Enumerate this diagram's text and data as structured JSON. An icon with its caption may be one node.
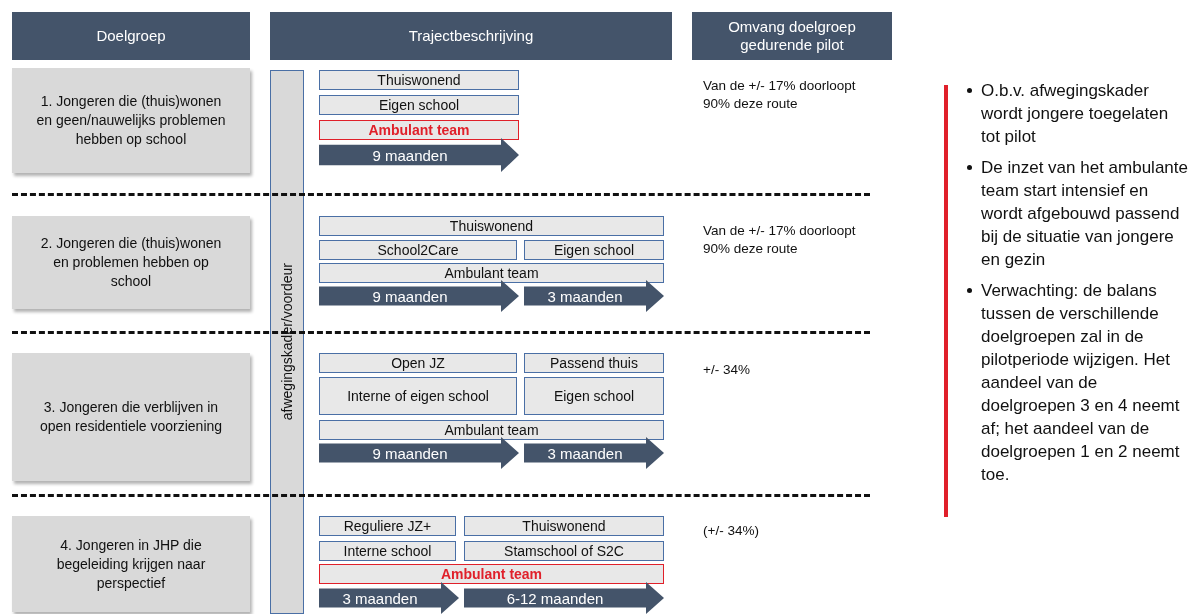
{
  "diagram": {
    "nodes": [
      {
        "text": [
          "Doelgroep"
        ]
      },
      {
        "text": [
          "Trajectbeschrijving"
        ]
      },
      {
        "text": [
          "Omvang doelgroep gedurende pilot"
        ]
      },
      {
        "text": [
          "1. Jongeren die (thuis)wonen en geen/nauwelijks problemen hebben op school"
        ]
      },
      {
        "text": [
          "afwegingskader/voordeur"
        ]
      },
      {
        "text": [
          "Thuiswonend"
        ]
      },
      {
        "text": [
          "Eigen school"
        ]
      },
      {
        "text": [
          "Ambulant team"
        ]
      },
      {
        "text": [
          "9 maanden"
        ]
      },
      {
        "text": [
          "2. Jongeren die (thuis)wonen en problemen hebben op school"
        ]
      },
      {
        "text": [
          "Thuiswonend"
        ]
      },
      {
        "text": [
          "School2Care"
        ]
      },
      {
        "text": [
          "Eigen school"
        ]
      },
      {
        "text": [
          "Ambulant team"
        ]
      },
      {
        "text": [
          "9 maanden"
        ]
      },
      {
        "text": [
          "3 maanden"
        ]
      },
      {
        "text": [
          "3. Jongeren die verblijven in open residentiele voorziening"
        ]
      },
      {
        "text": [
          "Open JZ"
        ]
      },
      {
        "text": [
          "Passend thuis"
        ]
      },
      {
        "text": [
          "Interne of eigen school"
        ]
      },
      {
        "text": [
          "Eigen school"
        ]
      },
      {
        "text": [
          "Ambulant team"
        ]
      },
      {
        "text": [
          "9 maanden"
        ]
      },
      {
        "text": [
          "3 maanden"
        ]
      },
      {
        "text": [
          "4. Jongeren in JHP die begeleiding krijgen naar perspectief"
        ]
      },
      {
        "text": [
          "Reguliere JZ+"
        ]
      },
      {
        "text": [
          "Thuiswonend"
        ]
      },
      {
        "text": [
          "Interne school"
        ]
      },
      {
        "text": [
          "Stamschool of S2C"
        ]
      },
      {
        "text": [
          "Ambulant team"
        ]
      },
      {
        "text": [
          "3 maanden"
        ]
      },
      {
        "text": [
          "6-12 maanden"
        ]
      }
    ],
    "labels": [
      "Van de +/- 17% doorloopt 90% deze route",
      "Van de +/- 17% doorloopt 90% deze route",
      "+/- 34%",
      "(+/- 34%)",
      "O.b.v. afwegingskader wordt jongere toegelaten tot pilot",
      "De inzet van het ambulante team start intensief en wordt afgebouwd passend bij de situatie van jongere en gezin",
      "Verwachting: de balans tussen de verschillende doelgroepen zal in de pilotperiode wijzigen. Het aandeel van de doelgroepen 3 en 4 neemt af; het aandeel van de doelgroepen 1 en 2 neemt toe."
    ]
  }
}
